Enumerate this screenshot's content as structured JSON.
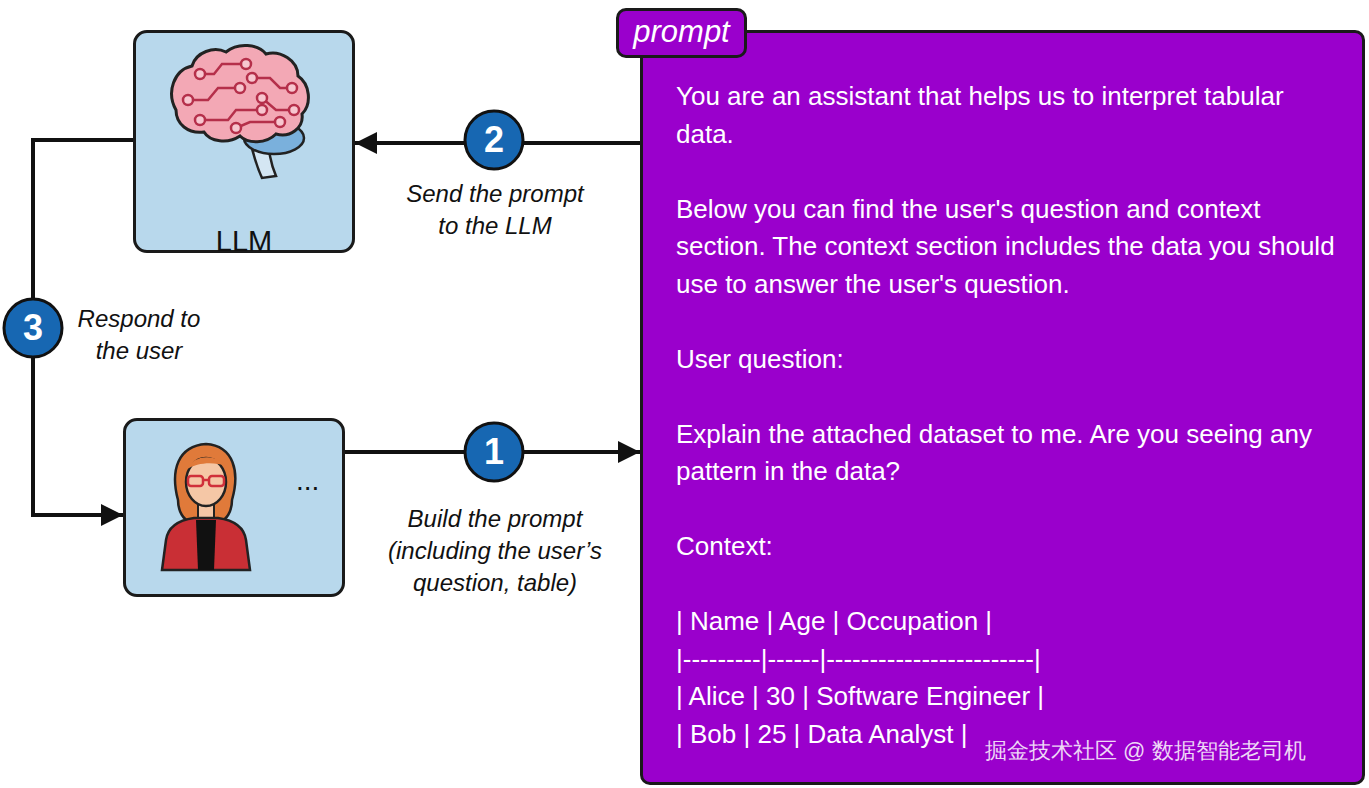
{
  "diagram": {
    "nodes": [
      {
        "text": [
          "LLM"
        ]
      },
      {
        "text": [
          "..."
        ]
      },
      {
        "text": [
          "prompt",
          "You are an assistant that helps us to interpret tabular data.",
          "Below you can find the user's question and context section. The context section includes the data you should use to answer the user's question.",
          "User question:",
          "Explain the attached dataset to me. Are you seeing any pattern in the data?",
          "Context:",
          "| Name | Age | Occupation |",
          "|---------|------|------------------------|",
          "| Alice | 30 | Software Engineer |",
          "| Bob | 25 | Data Analyst |"
        ]
      }
    ],
    "edges": [
      {
        "from": 1,
        "to": 2,
        "arrow": "to",
        "label": "Build the prompt (including the user’s question, table)"
      },
      {
        "from": 2,
        "to": 0,
        "arrow": "to",
        "label": "Send the prompt to the LLM"
      },
      {
        "from": 0,
        "to": 1,
        "arrow": "to",
        "label": "Respond to the user"
      }
    ],
    "labels": [
      "1",
      "2",
      "3",
      "掘金技术社区 @ 数据智能老司机"
    ]
  }
}
